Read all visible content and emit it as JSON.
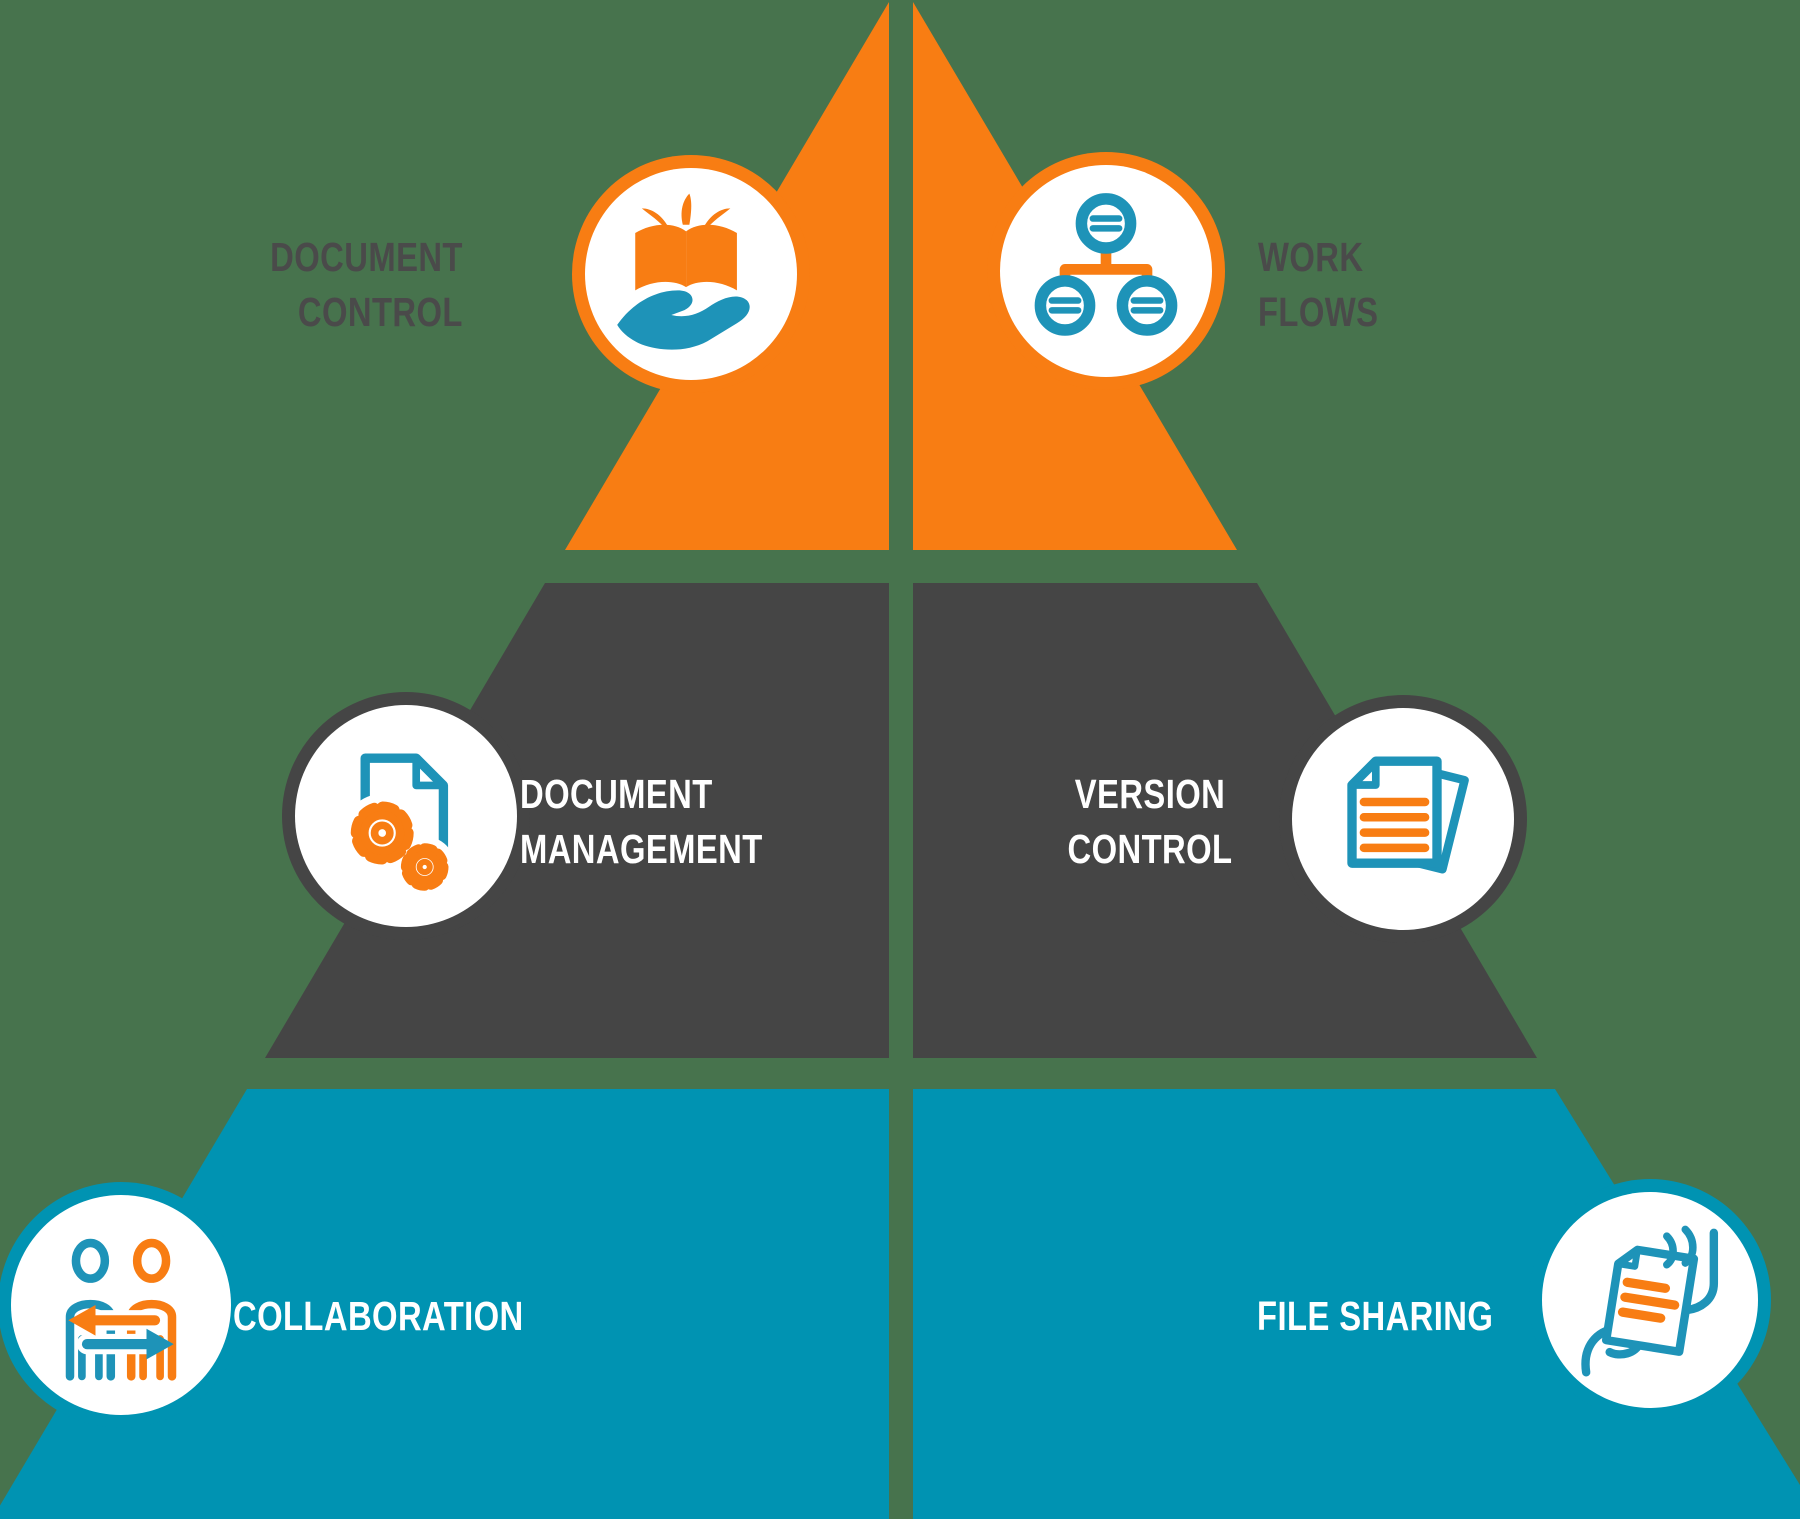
{
  "diagram": {
    "kind": "split-pyramid-infographic",
    "levels": [
      {
        "tier": "top",
        "color": "#F87D13",
        "segments": [
          "DOCUMENT CONTROL",
          "WORK FLOWS"
        ]
      },
      {
        "tier": "middle",
        "color": "#454545",
        "segments": [
          "DOCUMENT MANAGEMENT",
          "VERSION CONTROL"
        ]
      },
      {
        "tier": "bottom",
        "color": "#0093B2",
        "segments": [
          "COLLABORATION",
          "FILE SHARING"
        ]
      }
    ]
  },
  "colors": {
    "background": "#47734D",
    "tier_top": "#F87D13",
    "tier_middle": "#454545",
    "tier_bottom": "#0093B2",
    "icon_orange": "#F87D13",
    "icon_teal": "#1E93B8",
    "label_dark": "#4A4A4A",
    "label_light": "#FFFFFF"
  },
  "labels": {
    "document_control": {
      "line1": "DOCUMENT",
      "line2": "CONTROL"
    },
    "work_flows": {
      "line1": "WORK",
      "line2": "FLOWS"
    },
    "document_management": {
      "line1": "DOCUMENT",
      "line2": "MANAGEMENT"
    },
    "version_control": {
      "line1": "VERSION",
      "line2": "CONTROL"
    },
    "collaboration": {
      "text": "COLLABORATION"
    },
    "file_sharing": {
      "text": "FILE SHARING"
    }
  },
  "icons": {
    "document_control": "book-in-hand-icon",
    "work_flows": "org-chart-icon",
    "document_management": "document-gears-icon",
    "version_control": "stacked-documents-icon",
    "collaboration": "people-exchange-icon",
    "file_sharing": "hands-document-icon"
  }
}
